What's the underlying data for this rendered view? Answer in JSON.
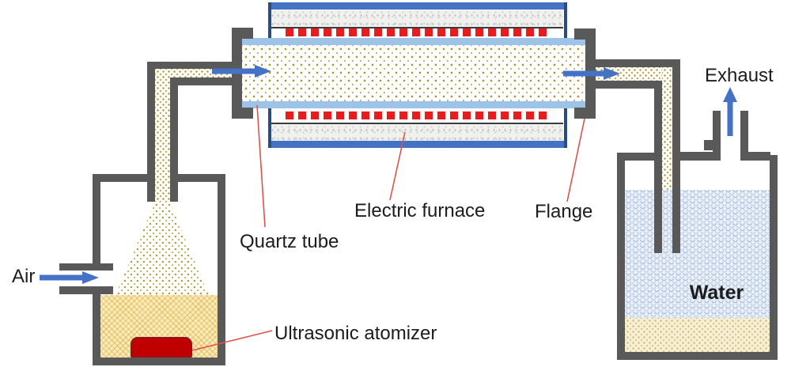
{
  "labels": {
    "air": "Air",
    "quartz_tube": "Quartz tube",
    "electric_furnace": "Electric furnace",
    "flange": "Flange",
    "exhaust": "Exhaust",
    "water": "Water",
    "ultrasonic_atomizer": "Ultrasonic atomizer"
  },
  "colors": {
    "pipe_gray": "#595959",
    "furnace_frame_blue": "#4472C4",
    "furnace_edge_navy": "#2B4C7E",
    "quartz_tube_blue": "#9DC3E6",
    "heater_red": "#E81C1C",
    "atomizer_red": "#C00000",
    "flow_arrow_blue": "#4472C4",
    "leader_line_red": "#E0514E",
    "solution_yellow": "#FAEBB9",
    "water_blue": "#E9EFF8",
    "sediment_yellow": "#F6EFD5",
    "insulation_gray": "#F0F0EE",
    "label_text": "#1c1c1c"
  }
}
